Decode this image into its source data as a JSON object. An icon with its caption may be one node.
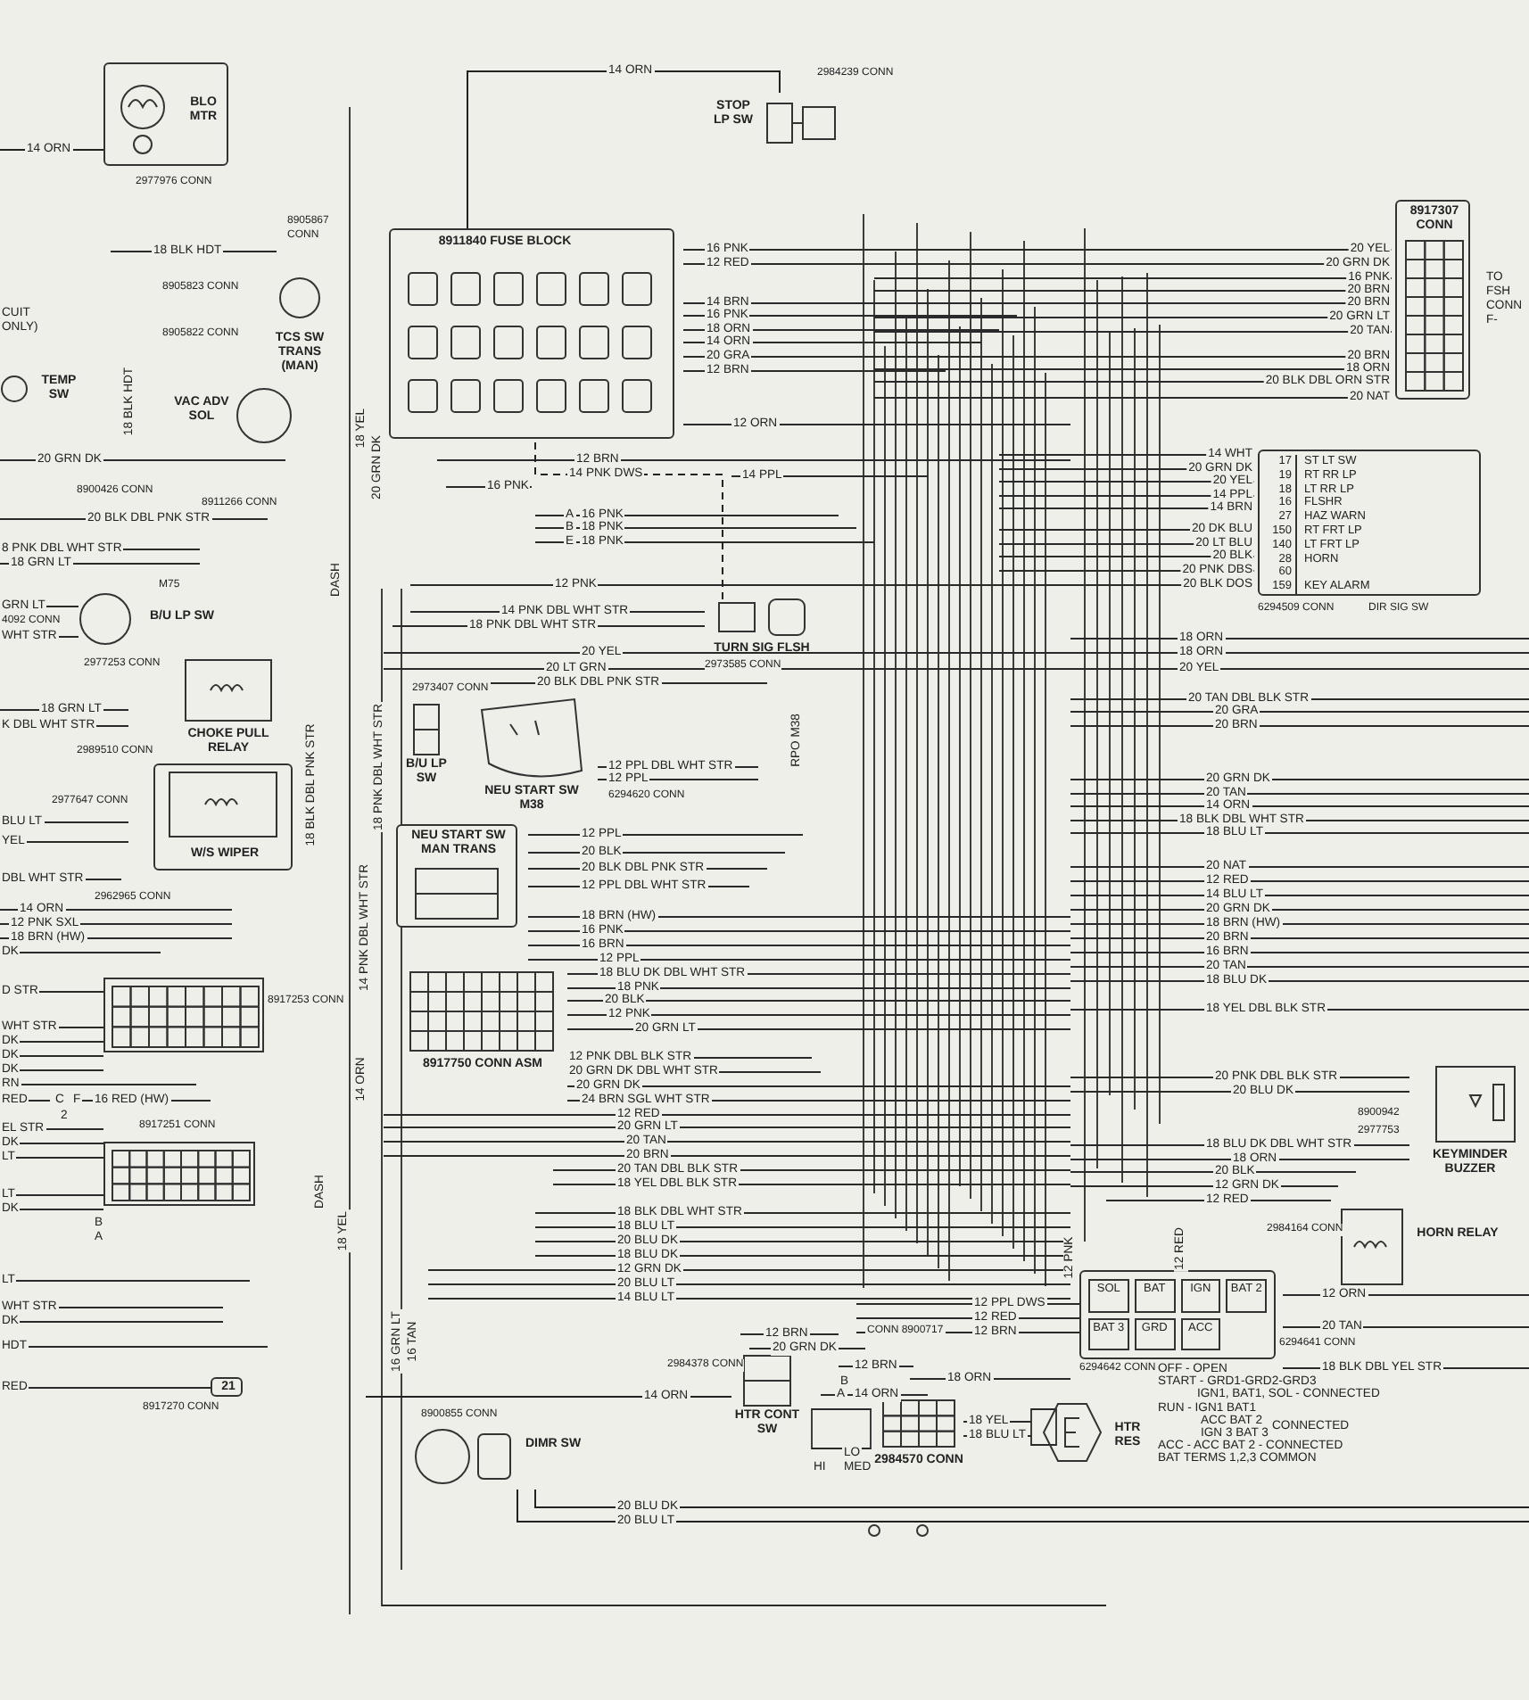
{
  "diagram": {
    "nodes": [
      {
        "text": [
          "BLO MTR"
        ],
        "beside": [
          "2977976 CONN"
        ]
      },
      {
        "text": [
          "STOP LP SW"
        ],
        "beside": [
          "2984239 CONN"
        ]
      },
      {
        "text": [
          "8911840 FUSE BLOCK"
        ]
      },
      {
        "text": [
          "8917307 CONN"
        ]
      },
      {
        "text": [
          "17",
          "19",
          "18",
          "16",
          "27",
          "150",
          "140",
          "28",
          "60",
          "159",
          "ST LT SW",
          "RT RR LP",
          "LT RR LP",
          "FLSHR",
          "HAZ WARN",
          "RT FRT LP",
          "LT FRT LP",
          "HORN",
          "KEY ALARM"
        ],
        "beside": [
          "6294509 CONN",
          "DIR SIG SW"
        ]
      },
      {
        "text": [
          "TURN SIG FLSH"
        ],
        "beside": [
          "2973585 CONN"
        ]
      },
      {
        "text": [
          "B/U LP SW"
        ]
      },
      {
        "text": [
          "NEU START SW",
          "M38"
        ]
      },
      {
        "text": [
          "NEU START SW MAN TRANS"
        ]
      },
      {
        "text": [
          "8917750 CONN ASM"
        ]
      },
      {
        "text": [
          "DIMR SW"
        ],
        "beside": [
          "8900855 CONN"
        ]
      },
      {
        "text": [
          "HTR CONT SW"
        ],
        "beside": [
          "2984378 CONN"
        ]
      },
      {
        "text": [
          "2984570 CONN"
        ]
      },
      {
        "text": [
          "HTR RES"
        ]
      },
      {
        "text": [
          "SOL",
          "BAT",
          "IGN",
          "BAT 2",
          "BAT 3",
          "GRD",
          "ACC"
        ],
        "beside": [
          "6294642 CONN",
          "6294641 CONN"
        ]
      },
      {
        "text": [
          "HORN RELAY"
        ],
        "beside": [
          "2984164 CONN"
        ]
      },
      {
        "text": [
          "KEYMINDER BUZZER"
        ]
      },
      {
        "text": [
          "TEMP SW"
        ]
      },
      {
        "text": [
          "VAC ADV SOL"
        ]
      },
      {
        "text": [
          "TCS SW TRANS (MAN)"
        ]
      },
      {
        "text": [
          "B/U LP SW"
        ]
      },
      {
        "text": [
          "CHOKE PULL RELAY"
        ]
      },
      {
        "text": [
          "W/S WIPER"
        ]
      },
      {
        "text": [],
        "shape": "box",
        "beside": [
          "8917253 CONN"
        ]
      },
      {
        "text": [],
        "shape": "box",
        "beside": [
          "8917251 CONN"
        ]
      },
      {
        "text": [
          "21"
        ],
        "beside": [
          "8917270 CONN"
        ]
      }
    ],
    "edges": [
      {
        "from": 2,
        "to": 1,
        "arrow": "none",
        "label": "14 ORN"
      },
      {
        "from": 5,
        "to": 2,
        "arrow": "none",
        "label": "14 PNK DWS",
        "style": "dashed"
      },
      {
        "from": null,
        "to": 0,
        "arrow": "none",
        "label": "14 ORN"
      },
      {
        "from": null,
        "to": 11,
        "arrow": "none",
        "label": "14 ORN"
      },
      {
        "from": 10,
        "to": null,
        "arrow": "none",
        "label": "20 BLU DK"
      },
      {
        "from": 10,
        "to": null,
        "arrow": "none",
        "label": "20 BLU LT"
      }
    ],
    "labels": [
      "18 BLK HDT",
      "8905867 CONN",
      "8905823 CONN",
      "8905822 CONN",
      "CUIT ONLY)",
      "18 BLK HDT",
      "20 GRN DK",
      "8900426 CONN",
      "8911266 CONN",
      "20 BLK DBL PNK STR",
      "8 PNK DBL WHT STR",
      "18 GRN LT",
      "M75",
      "GRN LT",
      "4092 CONN",
      "WHT STR",
      "2977253 CONN",
      "18 GRN LT",
      "K DBL WHT STR",
      "2989510 CONN",
      "2977647 CONN",
      "BLU LT",
      "YEL",
      "18 BLK DBL PNK STR",
      "DBL WHT STR",
      "2962965 CONN",
      "14 ORN",
      "12 PNK SXL",
      "18 BRN (HW)",
      "DK",
      "D STR",
      "WHT STR",
      "DK",
      "DK",
      "DK",
      "RN",
      "RED",
      "C",
      "F",
      "16 RED (HW)",
      "2",
      "EL STR",
      "DK",
      "LT",
      "LT",
      "DK",
      "B",
      "A",
      "LT",
      "WHT STR",
      "DK",
      "HDT",
      "RED",
      "DASH",
      "DASH",
      "18 YEL",
      "20 GRN DK",
      "16 PNK",
      "12 RED",
      "14 BRN",
      "16 PNK",
      "18 ORN",
      "14 ORN",
      "20 GRA",
      "12 BRN",
      "12 ORN",
      "12 BRN",
      "16 PNK",
      "14 PPL",
      "A",
      "16 PNK",
      "B",
      "18 PNK",
      "E",
      "18 PNK",
      "12 PNK",
      "14 PNK DBL WHT STR",
      "18 PNK DBL WHT STR",
      "20 YEL",
      "20 LT GRN",
      "20 BLK DBL PNK STR",
      "2973407 CONN",
      "RPO M38",
      "12 PPL DBL WHT STR",
      "12 PPL",
      "6294620 CONN",
      "18 PNK DBL WHT STR",
      "14 PNK DBL WHT STR",
      "12 PPL",
      "20 BLK",
      "20 BLK DBL PNK STR",
      "12 PPL DBL WHT STR",
      "18 BRN (HW)",
      "16 PNK",
      "16 BRN",
      "12 PPL",
      "18 BLU DK DBL WHT STR",
      "18 PNK",
      "20 BLK",
      "12 PNK",
      "20 GRN LT",
      "12 PNK DBL BLK STR",
      "20 GRN DK DBL WHT STR",
      "20 GRN DK",
      "24 BRN SGL WHT STR",
      "12 RED",
      "20 GRN LT",
      "20 TAN",
      "20 BRN",
      "20 TAN DBL BLK STR",
      "18 YEL DBL BLK STR",
      "18 BLK DBL WHT STR",
      "18 BLU LT",
      "20 BLU DK",
      "18 BLU DK",
      "12 GRN DK",
      "20 BLU LT",
      "14 BLU LT",
      "14 ORN",
      "18 YEL",
      "16 GRN LT",
      "16 TAN",
      "12 BRN",
      "20 GRN DK",
      "12 BRN",
      "CONN 8900717",
      "B",
      "A",
      "14 ORN",
      "18 ORN",
      "18 YEL",
      "18 BLU LT",
      "HI",
      "LO",
      "MED",
      "12 PPL DWS",
      "12 RED",
      "12 BRN",
      "TO FSH CONN F-",
      "20 YEL",
      "20 GRN DK",
      "16 PNK",
      "20 BRN",
      "20 BRN",
      "20 GRN LT",
      "20 TAN",
      "20 BRN",
      "18 ORN",
      "20 BLK DBL ORN STR",
      "20 NAT",
      "14 WHT",
      "20 GRN DK",
      "20 YEL",
      "14 PPL",
      "14 BRN",
      "20 DK BLU",
      "20 LT BLU",
      "20 BLK",
      "20 PNK DBS",
      "20 BLK DOS",
      "18 ORN",
      "18 ORN",
      "20 YEL",
      "20 TAN DBL BLK STR",
      "20 GRA",
      "20 BRN",
      "20 GRN DK",
      "20 TAN",
      "14 ORN",
      "18 BLK DBL WHT STR",
      "18 BLU LT",
      "20 NAT",
      "12 RED",
      "14 BLU LT",
      "20 GRN DK",
      "18 BRN (HW)",
      "20 BRN",
      "16 BRN",
      "20 TAN",
      "18 BLU DK",
      "18 YEL DBL BLK STR",
      "20 PNK DBL BLK STR",
      "20 BLU DK",
      "18 BLU DK DBL WHT STR",
      "18 ORN",
      "20 BLK",
      "12 GRN DK",
      "12 RED",
      "12 PNK",
      "12 RED",
      "12 ORN",
      "20 TAN",
      "OFF - OPEN",
      "18 BLK DBL YEL STR",
      "START - GRD1-GRD2-GRD3",
      "IGN1, BAT1, SOL - CONNECTED",
      "RUN - IGN1 BAT1",
      "ACC BAT 2",
      "IGN 3 BAT 3",
      "CONNECTED",
      "ACC - ACC BAT 2 - CONNECTED",
      "BAT TERMS 1,2,3 COMMON",
      "8900942",
      "2977753"
    ]
  }
}
